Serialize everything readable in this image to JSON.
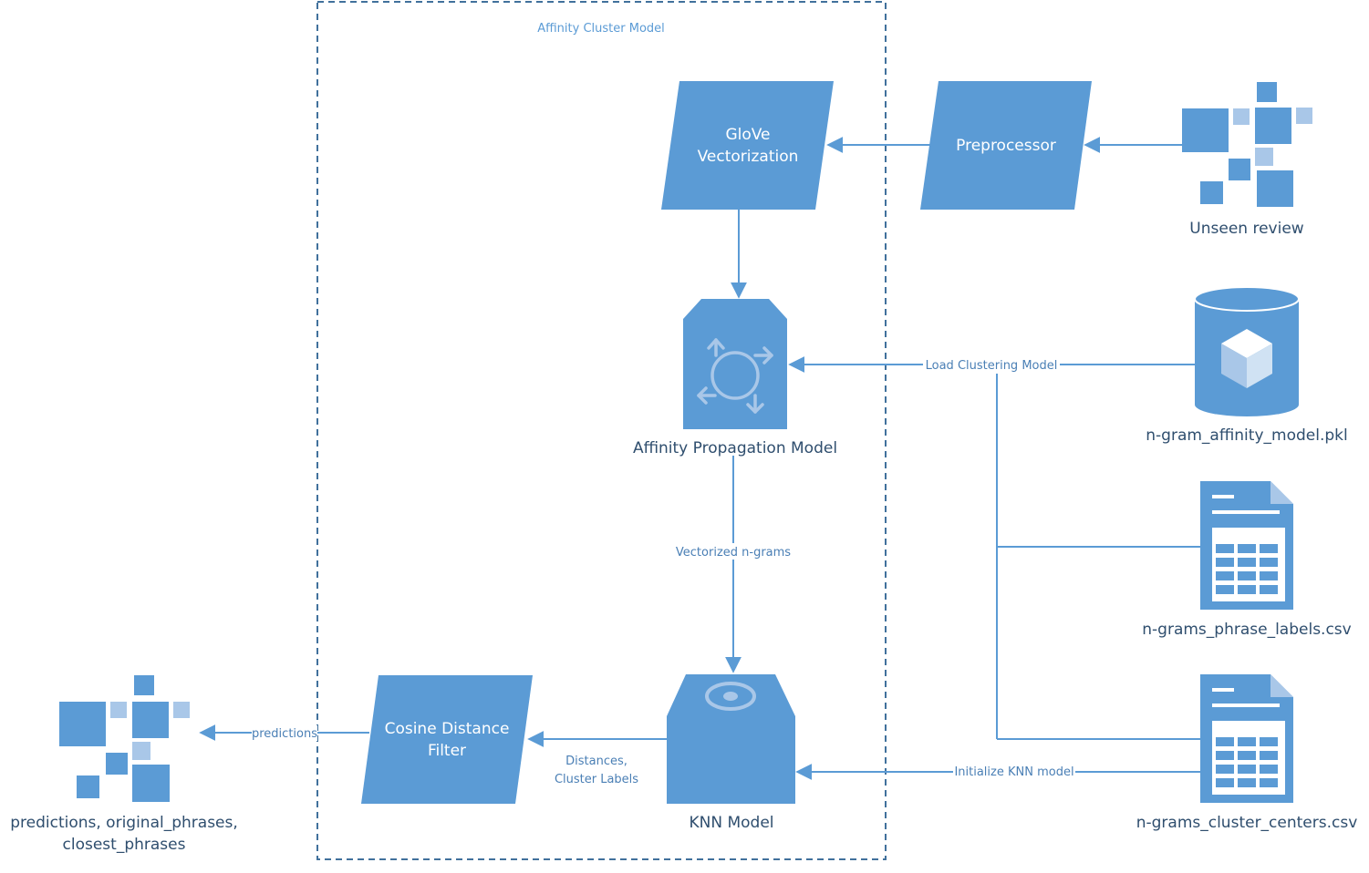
{
  "diagram": {
    "container_label": "Affinity Cluster Model",
    "nodes": {
      "glove": {
        "line1": "GloVe",
        "line2": "Vectorization"
      },
      "preprocessor": {
        "label": "Preprocessor"
      },
      "unseen_review": {
        "label": "Unseen review"
      },
      "affinity_model": {
        "label": "Affinity Propagation Model"
      },
      "affinity_pkl": {
        "label": "n-gram_affinity_model.pkl"
      },
      "phrase_labels_csv": {
        "label": "n-grams_phrase_labels.csv"
      },
      "cluster_centers_csv": {
        "label": "n-grams_cluster_centers.csv"
      },
      "knn_model": {
        "label": "KNN Model"
      },
      "cosine_filter": {
        "line1": "Cosine Distance",
        "line2": "Filter"
      },
      "output": {
        "line1": "predictions, original_phrases,",
        "line2": "closest_phrases"
      }
    },
    "edges": {
      "load_clustering": "Load Clustering Model",
      "vectorized": "Vectorized n-grams",
      "distances_line1": "Distances,",
      "distances_line2": "Cluster Labels",
      "init_knn": "Initialize KNN model",
      "predictions": "predictions"
    }
  },
  "colors": {
    "primary": "#5b9bd5",
    "light": "#a9c7e8",
    "stroke": "#41719c",
    "text": "#2f4e6e",
    "edge_label": "#4a7fb5",
    "container": "#41719c"
  }
}
